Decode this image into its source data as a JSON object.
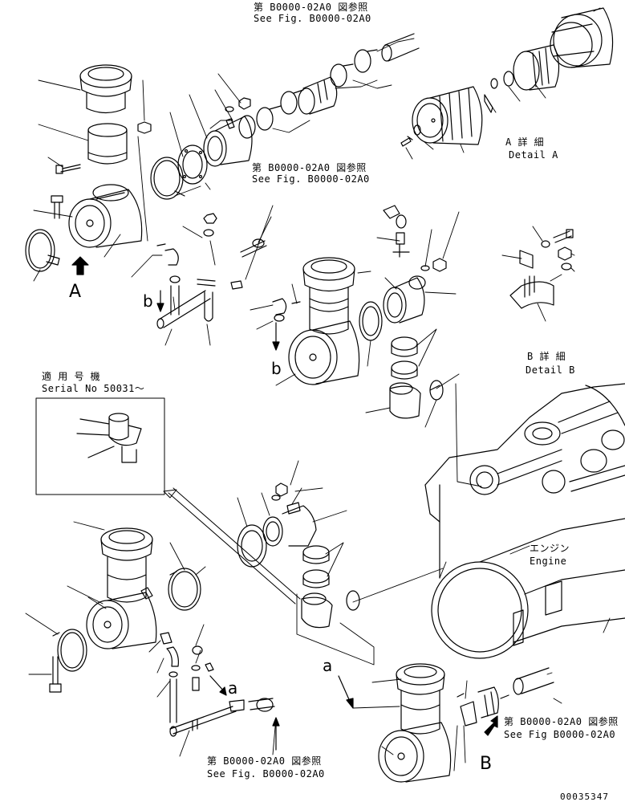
{
  "references": {
    "top": {
      "ja": "第 B0000-02A0 図参照",
      "en": "See Fig. B0000-02A0"
    },
    "middle": {
      "ja": "第 B0000-02A0 図参照",
      "en": "See Fig. B0000-02A0"
    },
    "bottom_right": {
      "ja": "第 B0000-02A0 図参照",
      "en": "See Fig B0000-02A0"
    },
    "bottom": {
      "ja": "第 B0000-02A0 図参照",
      "en": "See Fig. B0000-02A0"
    }
  },
  "details": {
    "a": {
      "ja": "A 詳 細",
      "en": "Detail A"
    },
    "b": {
      "ja": "B 詳 細",
      "en": "Detail B"
    }
  },
  "serial_box": {
    "ja": "適 用 号 機",
    "en": "Serial No 50031～"
  },
  "engine": {
    "ja": "エンジン",
    "en": "Engine"
  },
  "markers": {
    "A": "A",
    "B": "B",
    "b1": "b",
    "b2": "b",
    "a1": "a",
    "a2": "a"
  },
  "drawing_number": "00035347",
  "colors": {
    "line": "#000000",
    "background": "#ffffff"
  }
}
